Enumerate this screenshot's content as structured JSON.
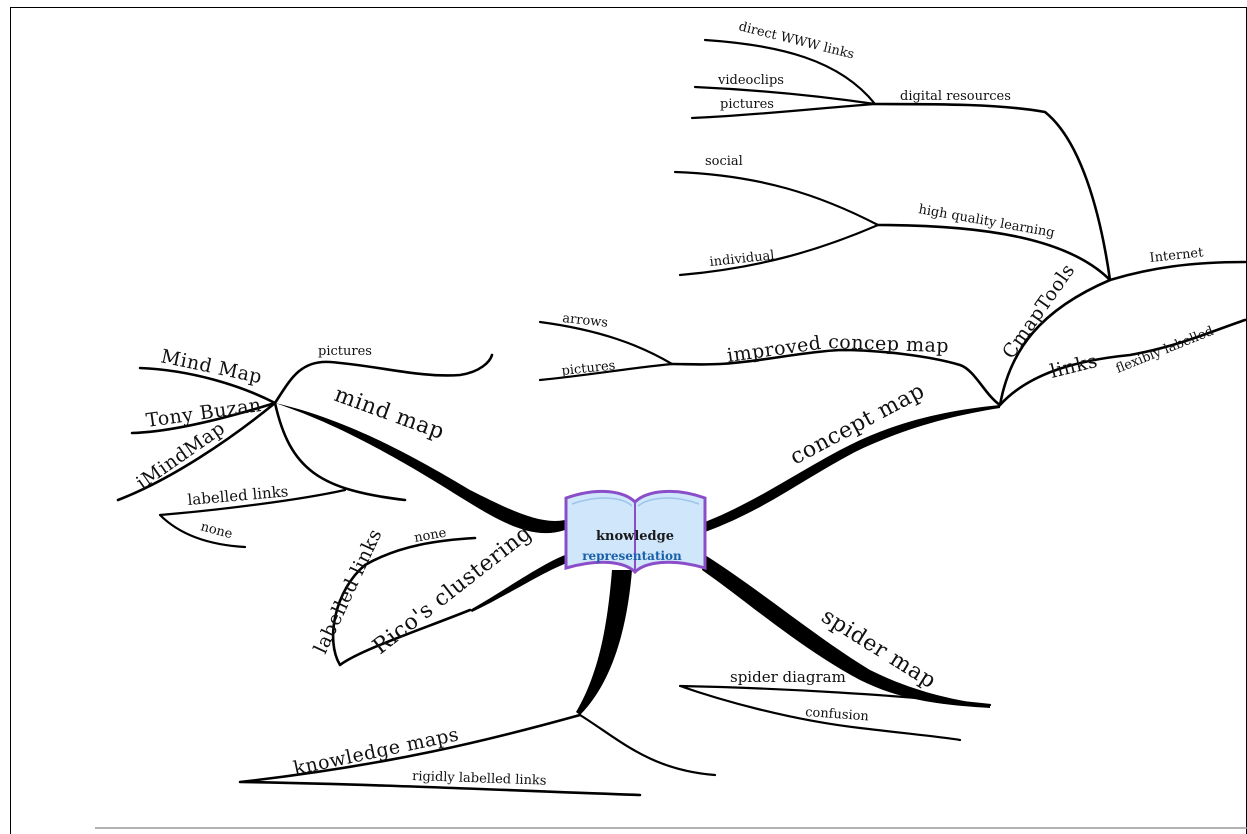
{
  "central": {
    "line1": "knowledge",
    "line2": "representation"
  },
  "mind_map": {
    "label": "mind map",
    "pictures": "pictures",
    "mind_map_label": "Mind Map",
    "tony_buzan": "Tony Buzan",
    "imindmap": "iMindMap",
    "labelled_links": "labelled links",
    "none": "none"
  },
  "concept_map": {
    "label": "concept map",
    "improved": "improved",
    "concep_map": "concep map",
    "arrows": "arrows",
    "pictures": "pictures",
    "cmaptools": "CmapTools",
    "internet": "Internet",
    "links": "links",
    "flexibly_labelled": "flexibly labelled",
    "digital_resources": "digital resources",
    "direct_www_links": "direct WWW links",
    "videoclips": "videoclips",
    "pictures2": "pictures",
    "high_quality_learning": "high quality learning",
    "social": "social",
    "individual": "individual"
  },
  "ricos": {
    "label": "Rico's clustering",
    "labelled_links": "labelled links",
    "none": "none"
  },
  "spider": {
    "label": "spider map",
    "spider_diagram": "spider diagram",
    "confusion": "confusion"
  },
  "knowledge_maps": {
    "label": "knowledge maps",
    "rigidly_labelled_links": "rigidly labelled links"
  },
  "colors": {
    "line": "#000000",
    "book_fill": "#cfe6fb",
    "book_border": "#8a4fc8",
    "book_text2": "#1a5fa8"
  }
}
